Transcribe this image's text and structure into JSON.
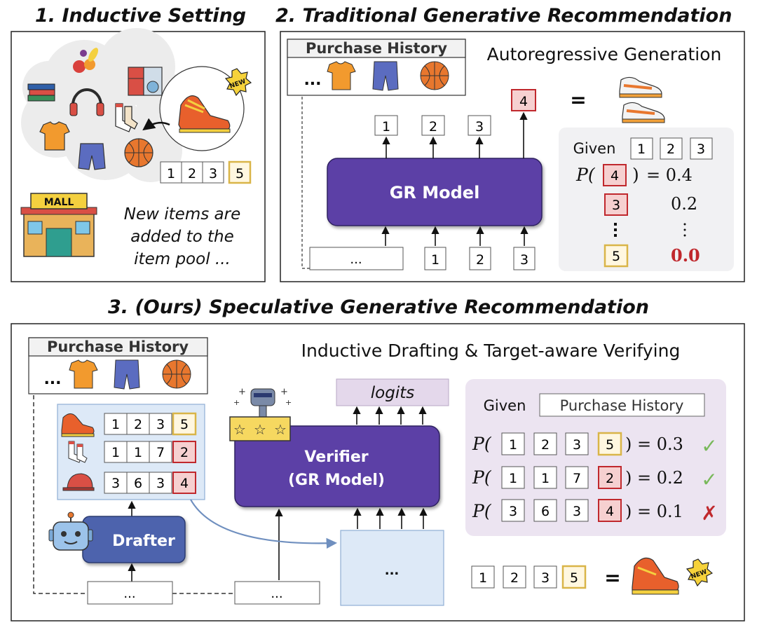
{
  "panel1": {
    "title": "1. Inductive Setting",
    "sequence": [
      "1",
      "2",
      "3",
      "5"
    ],
    "store_label": "MALL",
    "new_badge": "NEW",
    "caption_lines": [
      "New items are",
      "added to the",
      "item pool ..."
    ]
  },
  "panel2": {
    "title": "2. Traditional Generative Recommendation",
    "history_label": "Purchase History",
    "history_more": "...",
    "subtitle": "Autoregressive Generation",
    "model_label": "GR Model",
    "outputs": [
      "1",
      "2",
      "3",
      "4"
    ],
    "inputs_more": "...",
    "inputs": [
      "1",
      "2",
      "3"
    ],
    "equals": "=",
    "given_label": "Given",
    "given_items": [
      "1",
      "2",
      "3"
    ],
    "prob_prefix": "P(",
    "prob_suffix": ")",
    "probs": [
      {
        "item": "4",
        "value": "= 0.4"
      },
      {
        "item": "3",
        "value": "0.2"
      },
      {
        "item": "5",
        "value": "0.0"
      }
    ]
  },
  "panel3": {
    "title": "3. (Ours) Speculative Generative Recommendation",
    "history_label": "Purchase History",
    "history_more": "...",
    "subtitle": "Inductive Drafting & Target-aware Verifying",
    "drafts": [
      {
        "ids": [
          "1",
          "2",
          "3"
        ],
        "last": "5"
      },
      {
        "ids": [
          "1",
          "1",
          "7"
        ],
        "last": "2"
      },
      {
        "ids": [
          "3",
          "6",
          "3"
        ],
        "last": "4"
      }
    ],
    "drafter_label": "Drafter",
    "verifier_label_1": "Verifier",
    "verifier_label_2": "(GR Model)",
    "logits_label": "logits",
    "input_more_1": "...",
    "input_more_2": "...",
    "verifier_input_more": "...",
    "given_label": "Given",
    "given_value": "Purchase History",
    "prob_prefix": "P(",
    "verifications": [
      {
        "ids": [
          "1",
          "2",
          "3"
        ],
        "last": "5",
        "value": ") = 0.3",
        "mark": "✓"
      },
      {
        "ids": [
          "1",
          "1",
          "7"
        ],
        "last": "2",
        "value": ") = 0.2",
        "mark": "✓"
      },
      {
        "ids": [
          "3",
          "6",
          "3"
        ],
        "last": "4",
        "value": ") = 0.1",
        "mark": "✗"
      }
    ],
    "result_ids": [
      "1",
      "2",
      "3",
      "5"
    ],
    "equals": "=",
    "new_badge": "NEW"
  },
  "colors": {
    "model_purple": "#5b3fa6",
    "drafter_blue": "#4e64ad",
    "highlight_red": "#c0282d",
    "token_red_fill": "#f6d0d0",
    "token_yellow_border": "#d9b548",
    "check_green": "#78b85a",
    "panel_gray": "#f1f1f3",
    "panel_lavender": "#ece4f1"
  }
}
